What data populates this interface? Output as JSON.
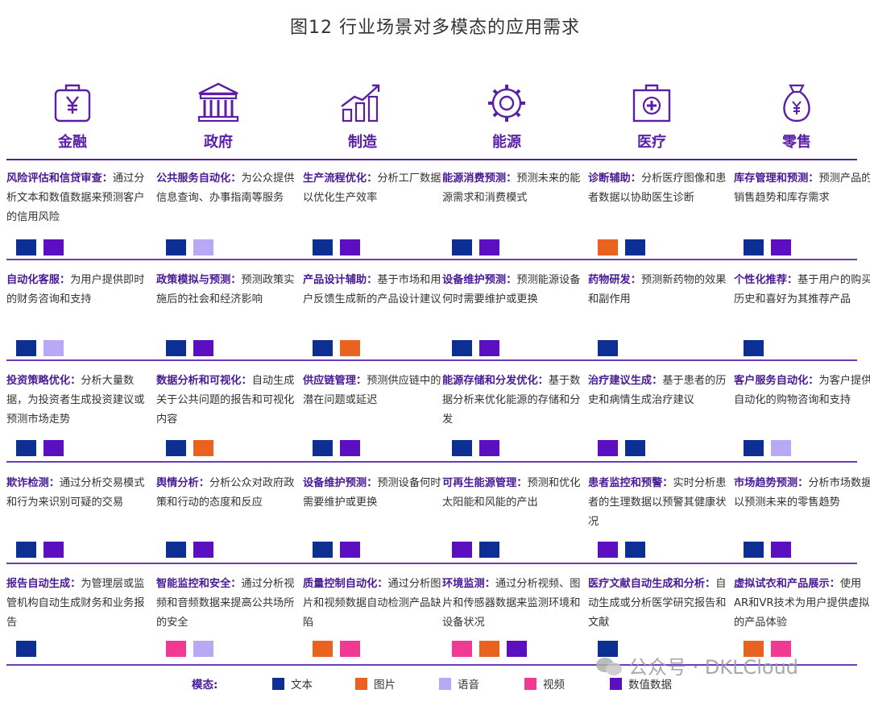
{
  "title": "图12 行业场景对多模态的应用需求",
  "colors": {
    "text": "#0d2f94",
    "image": "#e9621f",
    "voice": "#b9a8f3",
    "video": "#f03a93",
    "numeric": "#5b0fc0"
  },
  "columns": [
    {
      "label": "金融",
      "icon": "briefcase-yuan-icon"
    },
    {
      "label": "政府",
      "icon": "government-building-icon"
    },
    {
      "label": "制造",
      "icon": "growth-chart-icon"
    },
    {
      "label": "能源",
      "icon": "gear-icon"
    },
    {
      "label": "医疗",
      "icon": "medical-kit-icon"
    },
    {
      "label": "零售",
      "icon": "money-bag-yuan-icon"
    }
  ],
  "rows": [
    [
      {
        "kw": "风险评估和信贷审查：",
        "text": "通过分析文本和数值数据来预测客户的信用风险",
        "modes": [
          "text",
          "numeric"
        ]
      },
      {
        "kw": "公共服务自动化：",
        "text": "为公众提供信息查询、办事指南等服务",
        "modes": [
          "text",
          "voice"
        ]
      },
      {
        "kw": "生产流程优化：",
        "text": "分析工厂数据以优化生产效率",
        "modes": [
          "text",
          "numeric"
        ]
      },
      {
        "kw": "能源消费预测：",
        "text": "预测未来的能源需求和消费模式",
        "modes": [
          "text",
          "numeric"
        ]
      },
      {
        "kw": "诊断辅助：",
        "text": "分析医疗图像和患者数据以协助医生诊断",
        "modes": [
          "image",
          "text"
        ]
      },
      {
        "kw": "库存管理和预测：",
        "text": "预测产品的销售趋势和库存需求",
        "modes": [
          "text",
          "numeric"
        ]
      }
    ],
    [
      {
        "kw": "自动化客服：",
        "text": "为用户提供即时的财务咨询和支持",
        "modes": [
          "text",
          "voice"
        ]
      },
      {
        "kw": "政策模拟与预测：",
        "text": "预测政策实施后的社会和经济影响",
        "modes": [
          "text",
          "numeric"
        ]
      },
      {
        "kw": "产品设计辅助：",
        "text": "基于市场和用户反馈生成新的产品设计建议",
        "modes": [
          "text",
          "image"
        ]
      },
      {
        "kw": "设备维护预测：",
        "text": "预测能源设备何时需要维护或更换",
        "modes": [
          "text",
          "numeric"
        ]
      },
      {
        "kw": "药物研发：",
        "text": "预测新药物的效果和副作用",
        "modes": [
          "text"
        ]
      },
      {
        "kw": "个性化推荐：",
        "text": "基于用户的购买历史和喜好为其推荐产品",
        "modes": [
          "text"
        ]
      }
    ],
    [
      {
        "kw": "投资策略优化：",
        "text": "分析大量数据，为投资者生成投资建议或预测市场走势",
        "modes": [
          "text",
          "numeric"
        ]
      },
      {
        "kw": "数据分析和可视化：",
        "text": "自动生成关于公共问题的报告和可视化内容",
        "modes": [
          "text",
          "image"
        ]
      },
      {
        "kw": "供应链管理：",
        "text": "预测供应链中的潜在问题或延迟",
        "modes": [
          "text",
          "numeric"
        ]
      },
      {
        "kw": "能源存储和分发优化：",
        "text": "基于数据分析来优化能源的存储和分发",
        "modes": [
          "text",
          "numeric"
        ]
      },
      {
        "kw": "治疗建议生成：",
        "text": "基于患者的历史和病情生成治疗建议",
        "modes": [
          "numeric",
          "text"
        ]
      },
      {
        "kw": "客户服务自动化：",
        "text": "为客户提供自动化的购物咨询和支持",
        "modes": [
          "text",
          "voice"
        ]
      }
    ],
    [
      {
        "kw": "欺诈检测：",
        "text": "通过分析交易模式和行为来识别可疑的交易",
        "modes": [
          "text",
          "numeric"
        ]
      },
      {
        "kw": "舆情分析：",
        "text": "分析公众对政府政策和行动的态度和反应",
        "modes": [
          "text",
          "numeric"
        ]
      },
      {
        "kw": "设备维护预测：",
        "text": "预测设备何时需要维护或更换",
        "modes": [
          "text",
          "numeric"
        ]
      },
      {
        "kw": "可再生能源管理：",
        "text": "预测和优化太阳能和风能的产出",
        "modes": [
          "numeric",
          "text"
        ]
      },
      {
        "kw": "患者监控和预警：",
        "text": "实时分析患者的生理数据以预警其健康状况",
        "modes": [
          "numeric",
          "text"
        ]
      },
      {
        "kw": "市场趋势预测：",
        "text": "分析市场数据以预测未来的零售趋势",
        "modes": [
          "text",
          "numeric"
        ]
      }
    ],
    [
      {
        "kw": "报告自动生成：",
        "text": "为管理层或监管机构自动生成财务和业务报告",
        "modes": [
          "text"
        ]
      },
      {
        "kw": "智能监控和安全：",
        "text": "通过分析视频和音频数据来提高公共场所的安全",
        "modes": [
          "video",
          "voice"
        ]
      },
      {
        "kw": "质量控制自动化：",
        "text": "通过分析图片和视频数据自动检测产品缺陷",
        "modes": [
          "image",
          "video"
        ]
      },
      {
        "kw": "环境监测：",
        "text": "通过分析视频、图片和传感器数据来监测环境和设备状况",
        "modes": [
          "video",
          "image",
          "numeric"
        ]
      },
      {
        "kw": "医疗文献自动生成和分析：",
        "text": "自动生成或分析医学研究报告和文献",
        "modes": [
          "text"
        ]
      },
      {
        "kw": "虚拟试衣和产品展示：",
        "text": "使用AR和VR技术为用户提供虚拟的产品体验",
        "modes": [
          "image",
          "video"
        ]
      }
    ]
  ],
  "legend": {
    "title": "模态:",
    "items": [
      {
        "key": "text",
        "label": "文本"
      },
      {
        "key": "image",
        "label": "图片"
      },
      {
        "key": "voice",
        "label": "语音"
      },
      {
        "key": "video",
        "label": "视频"
      },
      {
        "key": "numeric",
        "label": "数值数据"
      }
    ]
  },
  "watermark": "公众号 · DKLCloud"
}
